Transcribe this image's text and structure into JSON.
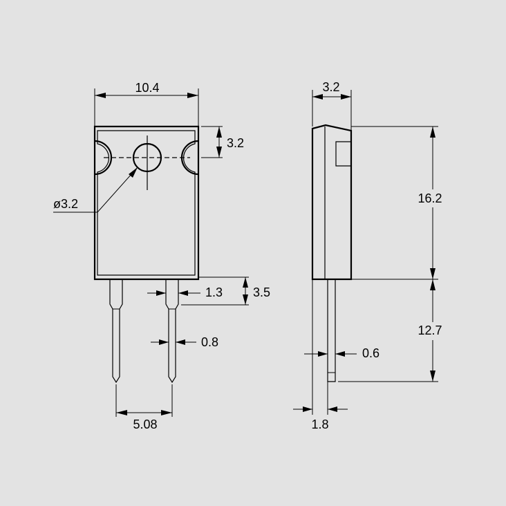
{
  "colors": {
    "background": "#e3e3e3",
    "line": "#000000"
  },
  "front_view": {
    "width_label": "10.4",
    "tab_height_label": "3.2",
    "hole_diameter_label": "ø3.2",
    "lead_width_label": "1.3",
    "lead_shoulder_label": "3.5",
    "lead_tip_label": "0.8",
    "pitch_label": "5.08"
  },
  "side_view": {
    "thickness_label": "3.2",
    "body_height_label": "16.2",
    "lead_length_label": "12.7",
    "lead_thickness_label": "0.6",
    "lead_offset_label": "1.8"
  }
}
